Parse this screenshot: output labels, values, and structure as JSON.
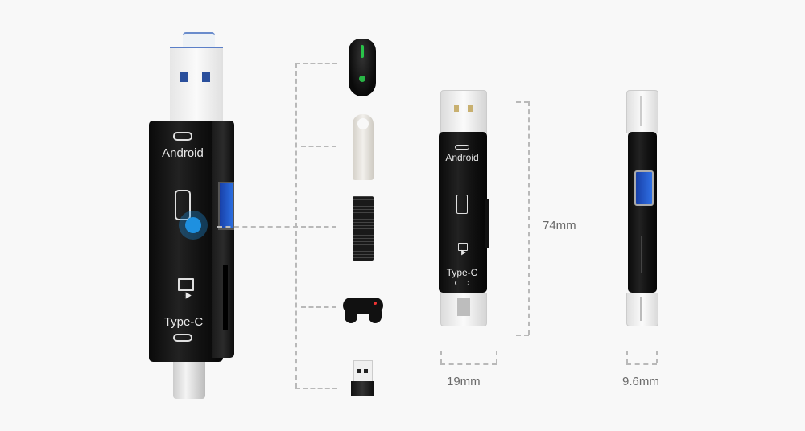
{
  "product": {
    "large_reader": {
      "top_label": "Android",
      "bottom_label": "Type-C",
      "icons": [
        "micro-usb-port-icon",
        "usb-icon",
        "sd-card-icon",
        "tf-card-icon",
        "type-c-port-icon"
      ]
    },
    "front_view": {
      "top_label": "Android",
      "bottom_label": "Type-C",
      "height_dimension": "74mm",
      "width_dimension": "19mm"
    },
    "side_view": {
      "width_dimension": "9.6mm"
    }
  },
  "compatible_devices": [
    {
      "name": "gaming-mouse"
    },
    {
      "name": "usb-flash-drive"
    },
    {
      "name": "keyboard"
    },
    {
      "name": "game-controller"
    },
    {
      "name": "wireless-usb-adapter"
    }
  ],
  "colors": {
    "background": "#f8f8f8",
    "device_body": "#111111",
    "usb_blue": "#1f5fd6",
    "highlight_blue": "#1e90e0",
    "dimension_line": "#b9b9b9",
    "dimension_text": "#6a6a6a"
  }
}
